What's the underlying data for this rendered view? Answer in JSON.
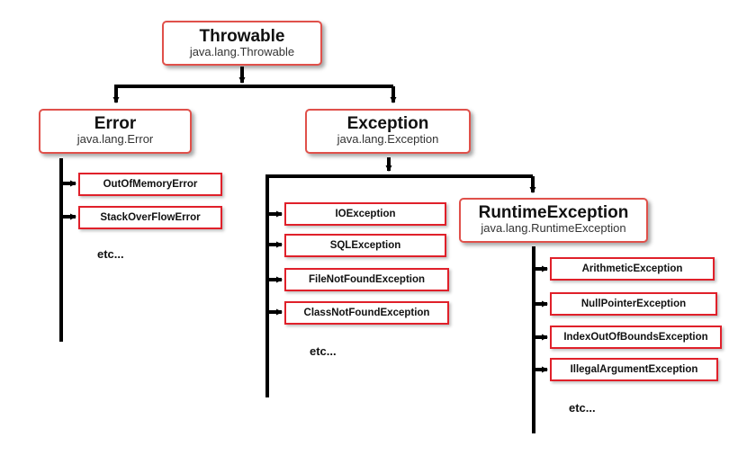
{
  "root": {
    "title": "Throwable",
    "subtitle": "java.lang.Throwable"
  },
  "error": {
    "title": "Error",
    "subtitle": "java.lang.Error",
    "children": [
      "OutOfMemoryError",
      "StackOverFlowError"
    ],
    "etc": "etc..."
  },
  "exception": {
    "title": "Exception",
    "subtitle": "java.lang.Exception",
    "children": [
      "IOException",
      "SQLException",
      "FileNotFoundException",
      "ClassNotFoundException"
    ],
    "etc": "etc..."
  },
  "runtime": {
    "title": "RuntimeException",
    "subtitle": "java.lang.RuntimeException",
    "children": [
      "ArithmeticException",
      "NullPointerException",
      "IndexOutOfBoundsException",
      "IllegalArgumentException"
    ],
    "etc": "etc..."
  }
}
